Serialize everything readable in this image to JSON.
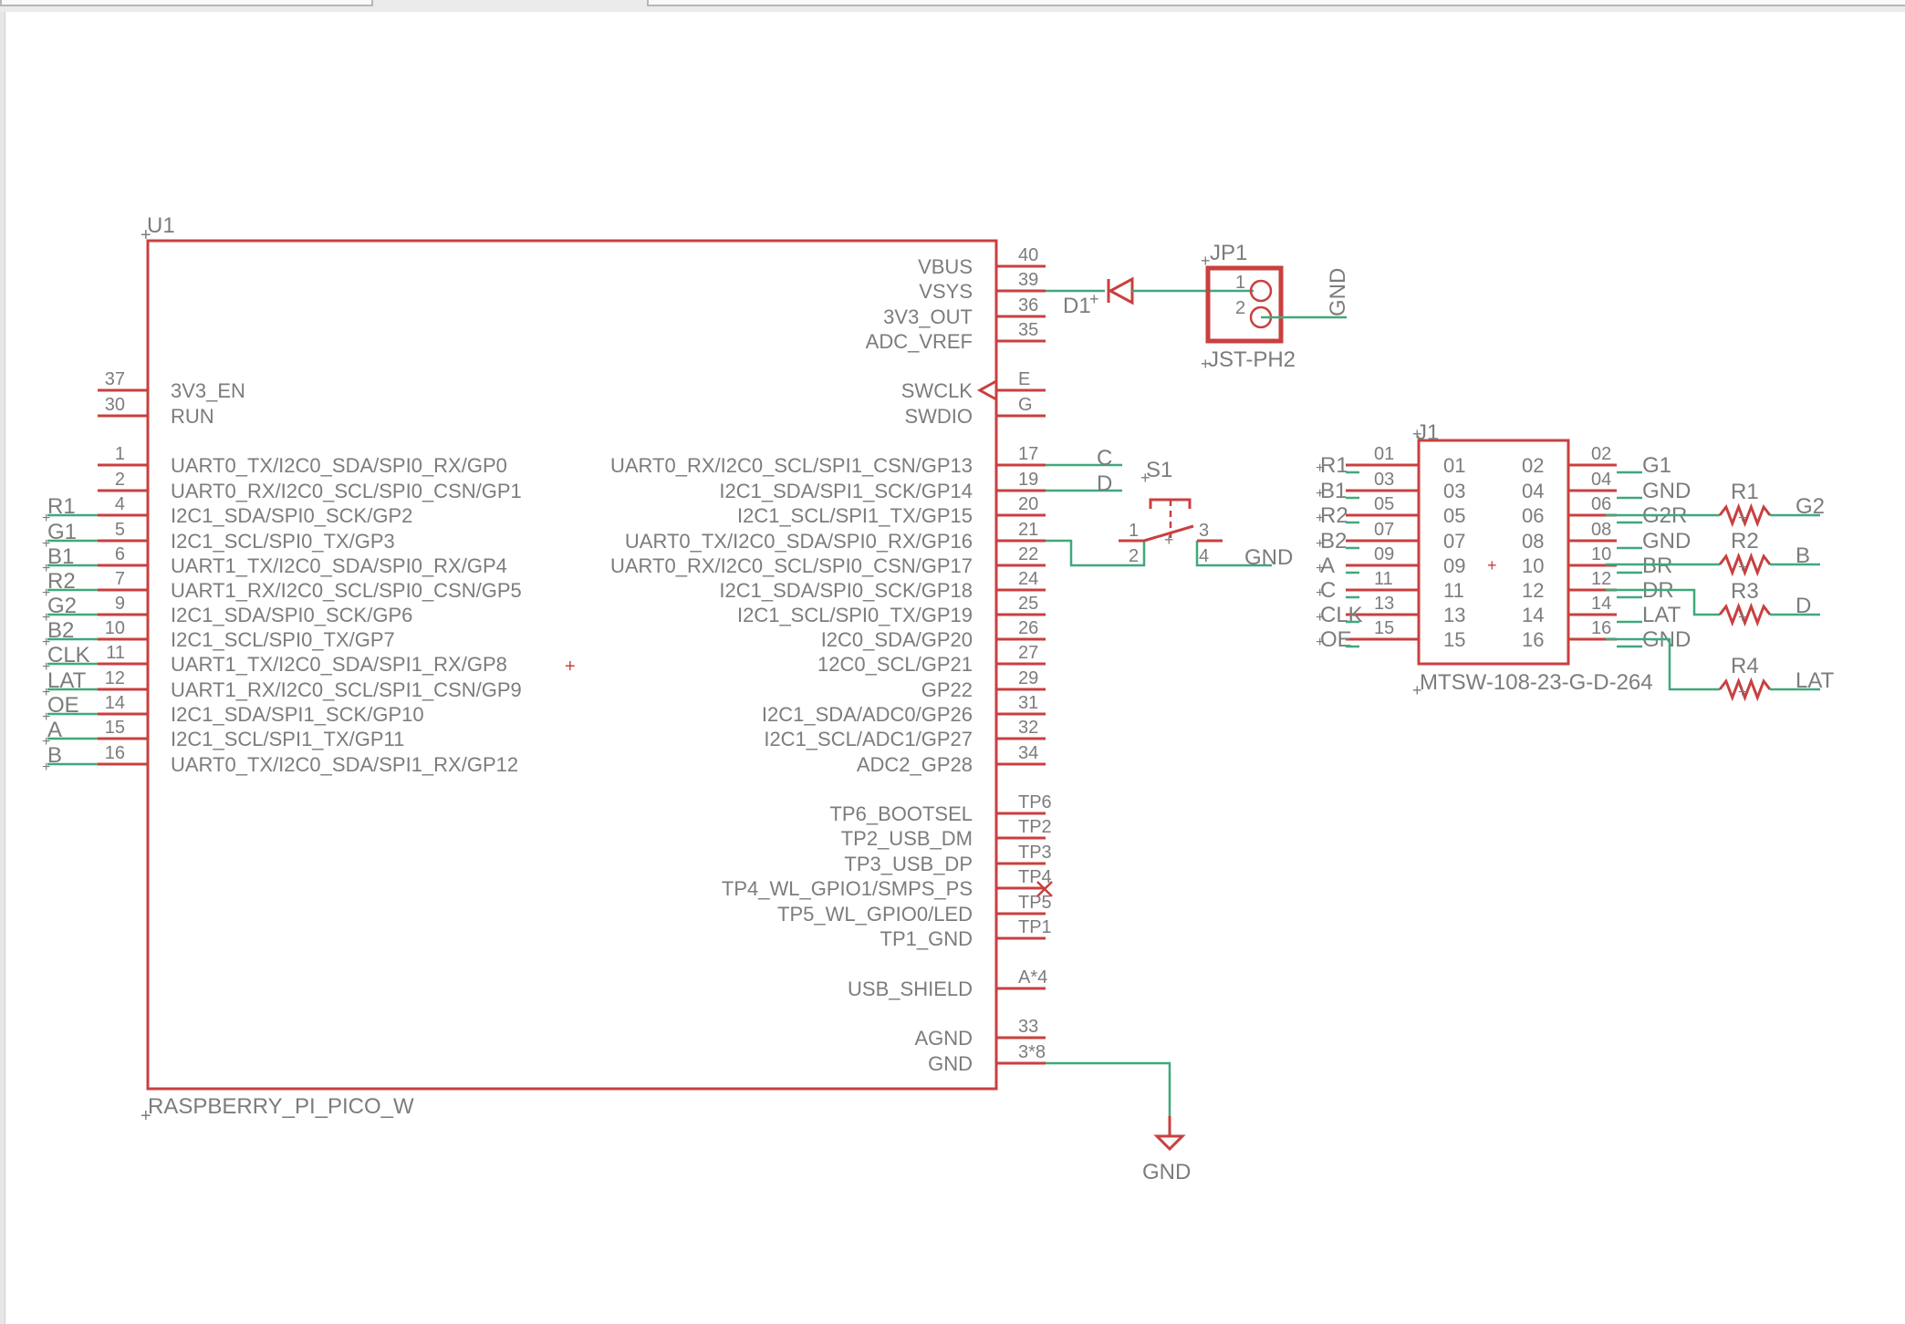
{
  "u1": {
    "name": "U1",
    "value": "RASPBERRY_PI_PICO_W",
    "left_pins": [
      {
        "num": "37",
        "label": "3V3_EN",
        "net": ""
      },
      {
        "num": "30",
        "label": "RUN",
        "net": ""
      },
      {
        "num": "1",
        "label": "UART0_TX/I2C0_SDA/SPI0_RX/GP0",
        "net": ""
      },
      {
        "num": "2",
        "label": "UART0_RX/I2C0_SCL/SPI0_CSN/GP1",
        "net": ""
      },
      {
        "num": "4",
        "label": "I2C1_SDA/SPI0_SCK/GP2",
        "net": "R1"
      },
      {
        "num": "5",
        "label": "I2C1_SCL/SPI0_TX/GP3",
        "net": "G1"
      },
      {
        "num": "6",
        "label": "UART1_TX/I2C0_SDA/SPI0_RX/GP4",
        "net": "B1"
      },
      {
        "num": "7",
        "label": "UART1_RX/I2C0_SCL/SPI0_CSN/GP5",
        "net": "R2"
      },
      {
        "num": "9",
        "label": "I2C1_SDA/SPI0_SCK/GP6",
        "net": "G2"
      },
      {
        "num": "10",
        "label": "I2C1_SCL/SPI0_TX/GP7",
        "net": "B2"
      },
      {
        "num": "11",
        "label": "UART1_TX/I2C0_SDA/SPI1_RX/GP8",
        "net": "CLK"
      },
      {
        "num": "12",
        "label": "UART1_RX/I2C0_SCL/SPI1_CSN/GP9",
        "net": "LAT"
      },
      {
        "num": "14",
        "label": "I2C1_SDA/SPI1_SCK/GP10",
        "net": "OE"
      },
      {
        "num": "15",
        "label": "I2C1_SCL/SPI1_TX/GP11",
        "net": "A"
      },
      {
        "num": "16",
        "label": "UART0_TX/I2C0_SDA/SPI1_RX/GP12",
        "net": "B"
      }
    ],
    "right_pins": [
      {
        "num": "40",
        "label": "VBUS"
      },
      {
        "num": "39",
        "label": "VSYS"
      },
      {
        "num": "36",
        "label": "3V3_OUT"
      },
      {
        "num": "35",
        "label": "ADC_VREF"
      },
      {
        "num": "E",
        "label": "SWCLK"
      },
      {
        "num": "G",
        "label": "SWDIO"
      },
      {
        "num": "17",
        "label": "UART0_RX/I2C0_SCL/SPI1_CSN/GP13"
      },
      {
        "num": "19",
        "label": "I2C1_SDA/SPI1_SCK/GP14"
      },
      {
        "num": "20",
        "label": "I2C1_SCL/SPI1_TX/GP15"
      },
      {
        "num": "21",
        "label": "UART0_TX/I2C0_SDA/SPI0_RX/GP16"
      },
      {
        "num": "22",
        "label": "UART0_RX/I2C0_SCL/SPI0_CSN/GP17"
      },
      {
        "num": "24",
        "label": "I2C1_SDA/SPI0_SCK/GP18"
      },
      {
        "num": "25",
        "label": "I2C1_SCL/SPI0_TX/GP19"
      },
      {
        "num": "26",
        "label": "I2C0_SDA/GP20"
      },
      {
        "num": "27",
        "label": "12C0_SCL/GP21"
      },
      {
        "num": "29",
        "label": "GP22"
      },
      {
        "num": "31",
        "label": "I2C1_SDA/ADC0/GP26"
      },
      {
        "num": "32",
        "label": "I2C1_SCL/ADC1/GP27"
      },
      {
        "num": "34",
        "label": "ADC2_GP28"
      },
      {
        "num": "TP6",
        "label": "TP6_BOOTSEL"
      },
      {
        "num": "TP2",
        "label": "TP2_USB_DM"
      },
      {
        "num": "TP3",
        "label": "TP3_USB_DP"
      },
      {
        "num": "TP4",
        "label": "TP4_WL_GPIO1/SMPS_PS"
      },
      {
        "num": "TP5",
        "label": "TP5_WL_GPIO0/LED"
      },
      {
        "num": "TP1",
        "label": "TP1_GND"
      },
      {
        "num": "A*4",
        "label": "USB_SHIELD"
      },
      {
        "num": "33",
        "label": "AGND"
      },
      {
        "num": "3*8",
        "label": "GND"
      }
    ]
  },
  "d1": {
    "name": "D1"
  },
  "jp1": {
    "name": "JP1",
    "value": "JST-PH2",
    "pins": [
      "1",
      "2"
    ],
    "net_gnd": "GND"
  },
  "s1": {
    "name": "S1",
    "pins": [
      "1",
      "2",
      "3",
      "4"
    ],
    "net_gnd": "GND"
  },
  "gp_nets": {
    "gp13": "C",
    "gp14": "D"
  },
  "gnd_symbol": {
    "label": "GND"
  },
  "j1": {
    "name": "J1",
    "value": "MTSW-108-23-G-D-264",
    "left_nets": [
      "R1",
      "B1",
      "R2",
      "B2",
      "A",
      "C",
      "CLK",
      "OE"
    ],
    "left_nums": [
      "01",
      "03",
      "05",
      "07",
      "09",
      "11",
      "13",
      "15"
    ],
    "inner_left": [
      "01",
      "03",
      "05",
      "07",
      "09",
      "11",
      "13",
      "15"
    ],
    "inner_right": [
      "02",
      "04",
      "06",
      "08",
      "10",
      "12",
      "14",
      "16"
    ],
    "right_nums": [
      "02",
      "04",
      "06",
      "08",
      "10",
      "12",
      "14",
      "16"
    ],
    "right_nets": [
      "G1",
      "GND",
      "G2R",
      "GND",
      "BR",
      "DR",
      "LAT",
      "GND"
    ]
  },
  "resistors": [
    {
      "name": "R1",
      "net": "G2"
    },
    {
      "name": "R2",
      "net": "B"
    },
    {
      "name": "R3",
      "net": "D"
    },
    {
      "name": "R4",
      "net": "LAT"
    }
  ],
  "colors": {
    "symbol": "#c8403f",
    "wire": "#3fa87c",
    "text": "#7c7c7c"
  }
}
